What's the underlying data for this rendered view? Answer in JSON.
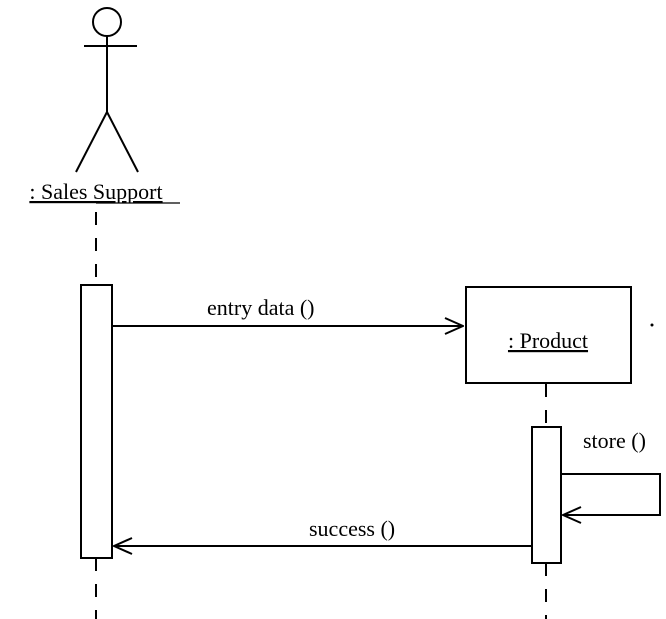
{
  "actors": {
    "sales_support": {
      "label": ": Sales Support"
    }
  },
  "objects": {
    "product": {
      "label": ": Product"
    }
  },
  "messages": {
    "entry_data": {
      "label": "entry data ()"
    },
    "store": {
      "label": "store ()"
    },
    "success": {
      "label": "success ()"
    }
  }
}
